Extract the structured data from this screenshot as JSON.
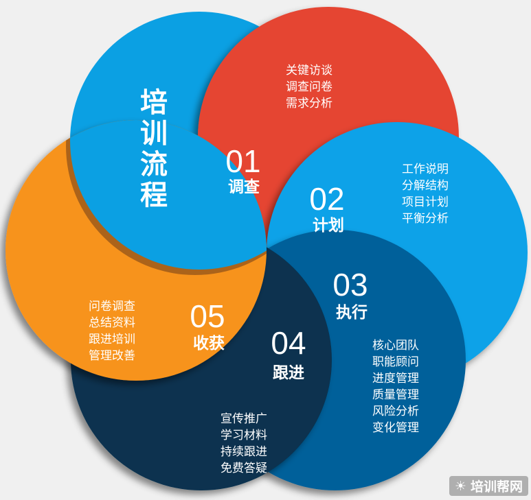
{
  "title": "培训流程",
  "colors": {
    "background": "#f0f0f0",
    "blue": "#0ba0e3",
    "red": "#e54533",
    "light_blue": "#0ba2e8",
    "dark_blue": "#05619a",
    "navy": "#07324f",
    "orange": "#f7931f"
  },
  "steps": [
    {
      "number": "01",
      "label": "调查",
      "items": [
        "关键访谈",
        "调查问卷",
        "需求分析"
      ]
    },
    {
      "number": "02",
      "label": "计划",
      "items": [
        "工作说明",
        "分解结构",
        "项目计划",
        "平衡分析"
      ]
    },
    {
      "number": "03",
      "label": "执行",
      "items": [
        "核心团队",
        "职能顾问",
        "进度管理",
        "质量管理",
        "风险分析",
        "变化管理"
      ]
    },
    {
      "number": "04",
      "label": "跟进",
      "items": [
        "宣传推广",
        "学习材料",
        "持续跟进",
        "免费答疑"
      ]
    },
    {
      "number": "05",
      "label": "收获",
      "items": [
        "问卷调查",
        "总结资料",
        "跟进培训",
        "管理改善"
      ]
    }
  ],
  "watermark": "培训帮网"
}
